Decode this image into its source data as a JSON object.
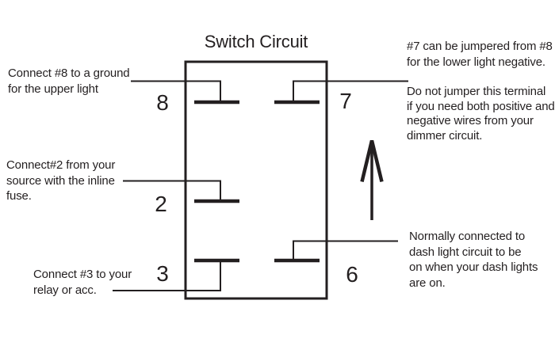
{
  "title": "Switch Circuit",
  "terminals": {
    "t8": "8",
    "t7": "7",
    "t2": "2",
    "t3": "3",
    "t6": "6"
  },
  "annotations": {
    "left_top": "Connect #8 to a ground\nfor the upper light",
    "left_middle": "Connect#2 from your\nsource with the inline\nfuse.",
    "left_bottom": "Connect #3 to your\nrelay or acc.",
    "right_top": "#7 can be jumpered from #8\nfor the lower light negative.",
    "right_middle": "Do not jumper this terminal\nif you need both positive and\nnegative wires from your\ndimmer circuit.",
    "right_bottom": "Normally connected to\ndash light circuit to be\non when your dash lights\nare on."
  },
  "icons": {
    "up_arrow": "up-arrow-icon"
  },
  "colors": {
    "ink": "#231f20",
    "background": "#ffffff"
  }
}
